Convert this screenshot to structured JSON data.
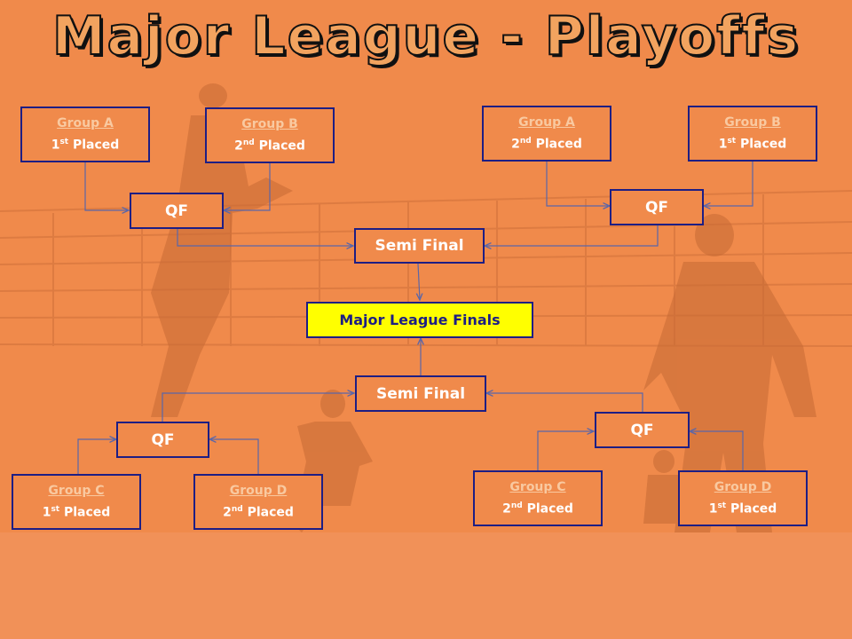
{
  "title": "Major League - Playoffs",
  "colors": {
    "background": "#f08a4b",
    "box_border": "#1d1e84",
    "connector": "#5b66a8",
    "final_fill": "#ffff00",
    "group_name": "#f9c9a0",
    "title_fill": "#f2a35f"
  },
  "groups": {
    "tl1": {
      "name": "Group A",
      "rank": "1",
      "suffix": "st",
      "placed": " Placed"
    },
    "tl2": {
      "name": "Group B",
      "rank": "2",
      "suffix": "nd",
      "placed": " Placed"
    },
    "tr1": {
      "name": "Group A",
      "rank": "2",
      "suffix": "nd",
      "placed": " Placed"
    },
    "tr2": {
      "name": "Group B",
      "rank": "1",
      "suffix": "st",
      "placed": " Placed"
    },
    "bl1": {
      "name": "Group C",
      "rank": "1",
      "suffix": "st",
      "placed": " Placed"
    },
    "bl2": {
      "name": "Group D",
      "rank": "2",
      "suffix": "nd",
      "placed": " Placed"
    },
    "br1": {
      "name": "Group C",
      "rank": "2",
      "suffix": "nd",
      "placed": " Placed"
    },
    "br2": {
      "name": "Group D",
      "rank": "1",
      "suffix": "st",
      "placed": " Placed"
    }
  },
  "qf_label": "QF",
  "semi_label": "Semi Final",
  "final_label": "Major League Finals"
}
